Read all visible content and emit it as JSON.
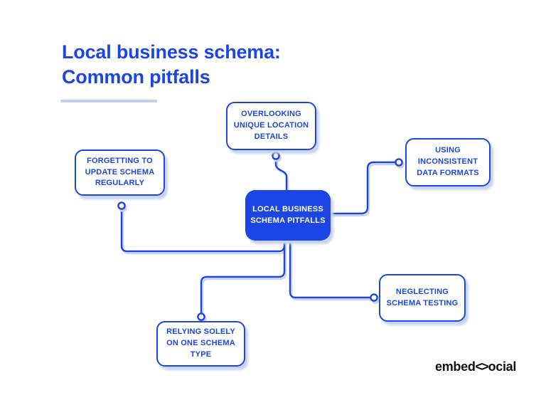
{
  "title": {
    "text": "Local business schema:\nCommon pitfalls"
  },
  "diagram": {
    "center": {
      "label": "LOCAL BUSINESS\nSCHEMA PITFALLS"
    },
    "nodes": [
      {
        "id": "overlooking-unique-location-details",
        "label": "OVERLOOKING\nUNIQUE LOCATION\nDETAILS"
      },
      {
        "id": "forgetting-to-update-schema-regularly",
        "label": "FORGETTING TO\nUPDATE SCHEMA\nREGULARLY"
      },
      {
        "id": "using-inconsistent-data-formats",
        "label": "USING\nINCONSISTENT\nDATA FORMATS"
      },
      {
        "id": "neglecting-schema-testing",
        "label": "NEGLECTING\nSCHEMA TESTING"
      },
      {
        "id": "relying-solely-on-one-schema-type",
        "label": "RELYING SOLELY\nON ONE SCHEMA\nTYPE"
      }
    ]
  },
  "logo": {
    "prefix": "embed",
    "glyph": "<>",
    "suffix": "ocial"
  },
  "colors": {
    "primary_blue": "#1B46E5",
    "shadow": "#C9D3F0",
    "divider": "#C3CFEC",
    "logo_text": "#111111",
    "background": "#FFFFFF"
  }
}
